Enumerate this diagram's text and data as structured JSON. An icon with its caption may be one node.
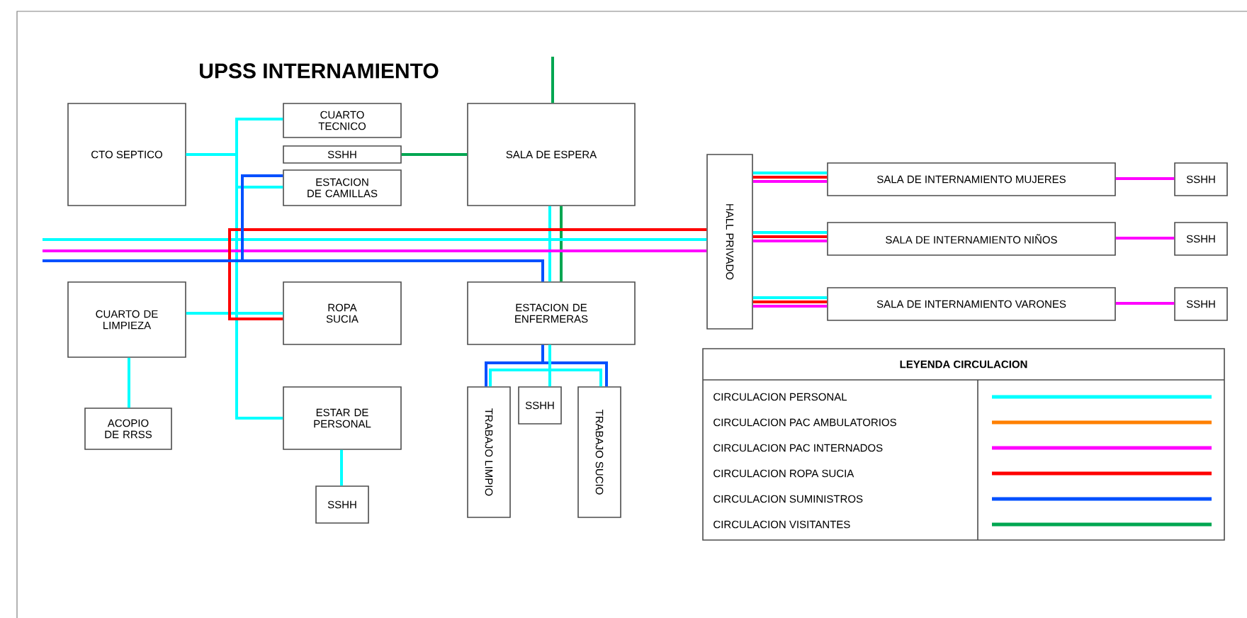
{
  "diagram": {
    "title": "UPSS INTERNAMIENTO",
    "nodes": [
      {
        "text": [
          "CTO SEPTICO"
        ]
      },
      {
        "text": [
          "CUARTO TECNICO"
        ]
      },
      {
        "text": [
          "SSHH"
        ]
      },
      {
        "text": [
          "ESTACION DE CAMILLAS"
        ]
      },
      {
        "text": [
          "SALA DE ESPERA"
        ]
      },
      {
        "text": [
          "CUARTO DE LIMPIEZA"
        ]
      },
      {
        "text": [
          "ROPA SUCIA"
        ]
      },
      {
        "text": [
          "ESTACION DE ENFERMERAS"
        ]
      },
      {
        "text": [
          "HALL PRIVADO"
        ]
      },
      {
        "text": [
          "SALA DE INTERNAMIENTO MUJERES"
        ]
      },
      {
        "text": [
          "SSHH"
        ]
      },
      {
        "text": [
          "SALA DE INTERNAMIENTO NIÑOS"
        ]
      },
      {
        "text": [
          "SSHH"
        ]
      },
      {
        "text": [
          "SALA DE INTERNAMIENTO VARONES"
        ]
      },
      {
        "text": [
          "SSHH"
        ]
      },
      {
        "text": [
          "ACOPIO DE RRSS"
        ]
      },
      {
        "text": [
          "ESTAR DE PERSONAL"
        ]
      },
      {
        "text": [
          "SSHH"
        ]
      },
      {
        "text": [
          "TRABAJO LIMPIO"
        ]
      },
      {
        "text": [
          "SSHH"
        ]
      },
      {
        "text": [
          "TRABAJO SUCIO"
        ]
      }
    ],
    "edges": [
      {
        "from": 0,
        "to": 1,
        "arrow": "none",
        "color": "#00ffff"
      },
      {
        "from": 0,
        "to": 3,
        "arrow": "none",
        "color": "#00ffff"
      },
      {
        "from": 0,
        "to": 6,
        "arrow": "none",
        "color": "#00ffff"
      },
      {
        "from": 0,
        "to": 16,
        "arrow": "none",
        "color": "#00ffff"
      },
      {
        "from": 5,
        "to": 6,
        "arrow": "none",
        "color": "#00ffff"
      },
      {
        "from": 5,
        "to": 15,
        "arrow": "none",
        "color": "#00ffff"
      },
      {
        "from": 16,
        "to": 17,
        "arrow": "none",
        "color": "#00ffff"
      },
      {
        "from": 2,
        "to": 4,
        "arrow": "none",
        "color": "#00a651"
      },
      {
        "from": null,
        "to": 4,
        "arrow": "none",
        "color": "#00a651"
      },
      {
        "from": 4,
        "to": 7,
        "arrow": "none",
        "color": "#00ffff"
      },
      {
        "from": 4,
        "to": 7,
        "arrow": "none",
        "color": "#00a651"
      },
      {
        "from": null,
        "to": 8,
        "arrow": "none",
        "color": "#00ffff"
      },
      {
        "from": null,
        "to": 8,
        "arrow": "none",
        "color": "#ff00ff"
      },
      {
        "from": 6,
        "to": 8,
        "arrow": "none",
        "color": "#ff0000"
      },
      {
        "from": null,
        "to": 7,
        "arrow": "none",
        "color": "#0050ff"
      },
      {
        "from": 3,
        "to": 7,
        "arrow": "none",
        "color": "#0050ff"
      },
      {
        "from": 8,
        "to": 9,
        "arrow": "none",
        "color": "#00ffff"
      },
      {
        "from": 8,
        "to": 9,
        "arrow": "none",
        "color": "#ff0000"
      },
      {
        "from": 8,
        "to": 9,
        "arrow": "none",
        "color": "#ff00ff"
      },
      {
        "from": 8,
        "to": 11,
        "arrow": "none",
        "color": "#00ffff"
      },
      {
        "from": 8,
        "to": 11,
        "arrow": "none",
        "color": "#ff0000"
      },
      {
        "from": 8,
        "to": 11,
        "arrow": "none",
        "color": "#ff00ff"
      },
      {
        "from": 8,
        "to": 13,
        "arrow": "none",
        "color": "#00ffff"
      },
      {
        "from": 8,
        "to": 13,
        "arrow": "none",
        "color": "#ff0000"
      },
      {
        "from": 8,
        "to": 13,
        "arrow": "none",
        "color": "#ff00ff"
      },
      {
        "from": 9,
        "to": 10,
        "arrow": "none",
        "color": "#ff00ff"
      },
      {
        "from": 11,
        "to": 12,
        "arrow": "none",
        "color": "#ff00ff"
      },
      {
        "from": 13,
        "to": 14,
        "arrow": "none",
        "color": "#ff00ff"
      },
      {
        "from": 7,
        "to": 18,
        "arrow": "none",
        "color": "#0050ff"
      },
      {
        "from": 7,
        "to": 20,
        "arrow": "none",
        "color": "#0050ff"
      },
      {
        "from": 7,
        "to": 18,
        "arrow": "none",
        "color": "#00ffff"
      },
      {
        "from": 7,
        "to": 19,
        "arrow": "none",
        "color": "#00ffff"
      },
      {
        "from": 7,
        "to": 20,
        "arrow": "none",
        "color": "#00ffff"
      }
    ],
    "labels": [
      "LEYENDA CIRCULACION"
    ],
    "legend": [
      {
        "text": "CIRCULACION PERSONAL",
        "color": "#00ffff"
      },
      {
        "text": "CIRCULACION PAC AMBULATORIOS",
        "color": "#ff8000"
      },
      {
        "text": "CIRCULACION PAC INTERNADOS",
        "color": "#ff00ff"
      },
      {
        "text": "CIRCULACION ROPA SUCIA",
        "color": "#ff0000"
      },
      {
        "text": "CIRCULACION SUMINISTROS",
        "color": "#0050ff"
      },
      {
        "text": "CIRCULACION VISITANTES",
        "color": "#00a651"
      }
    ]
  }
}
